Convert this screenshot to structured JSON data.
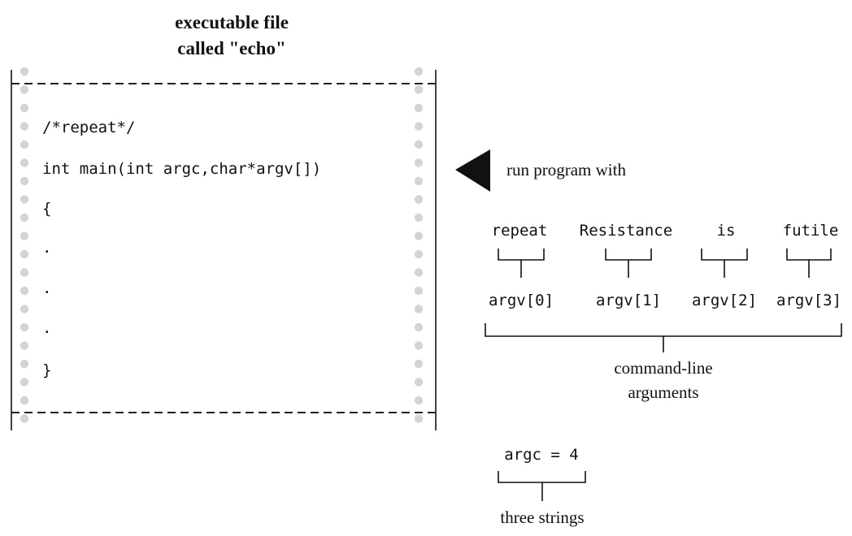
{
  "file_title": [
    "executable file",
    "called \"echo\""
  ],
  "code_lines": [
    "/*repeat*/",
    "int main(int argc,char*argv[])",
    "{",
    ".",
    ".",
    ".",
    "}"
  ],
  "run_label": "run program with",
  "args": [
    "repeat",
    "Resistance",
    "is",
    "futile"
  ],
  "argv_labels": [
    "argv[0]",
    "argv[1]",
    "argv[2]",
    "argv[3]"
  ],
  "cmdline_label": [
    "command-line",
    "arguments"
  ],
  "argc_text": "argc = 4",
  "argc_label": "three strings"
}
